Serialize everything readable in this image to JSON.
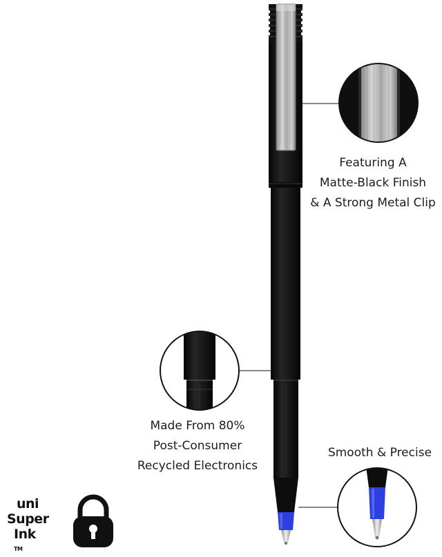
{
  "callouts": {
    "clip": {
      "lines": [
        "Featuring A",
        "Matte-Black Finish",
        "& A Strong Metal Clip"
      ]
    },
    "body": {
      "lines": [
        "Made From 80%",
        "Post-Consumer",
        "Recycled Electronics"
      ]
    },
    "tip": {
      "lines": [
        "Smooth & Precise"
      ]
    }
  },
  "logo": {
    "line1": "uni",
    "line2": "Super",
    "line3": "Ink",
    "trademark": "TM"
  },
  "colors": {
    "pen_black": "#141414",
    "metal": "#b8b8b8",
    "ink_blue": "#2c3fe0",
    "line": "#111111"
  }
}
